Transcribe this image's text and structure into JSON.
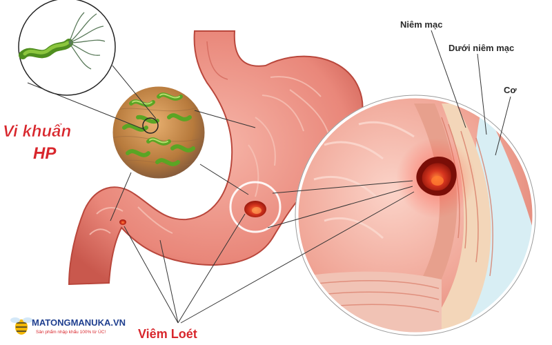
{
  "labels": {
    "bacteria_line1": "Vi khuẩn",
    "bacteria_line2": "HP",
    "ulcer": "Viêm Loét",
    "mucosa": "Niêm mạc",
    "submucosa": "Dưới niêm mạc",
    "muscle": "Cơ"
  },
  "logo": {
    "name": "MATONGMANUKA.VN",
    "tagline": "Sản phẩm nhập khẩu 100% từ ÚC!"
  },
  "colors": {
    "label_red": "#d8262c",
    "stomach": "#e9877a",
    "stomach_dark": "#c9584d",
    "ulcer": "#b81e12",
    "bacteria": "#5aa524"
  }
}
